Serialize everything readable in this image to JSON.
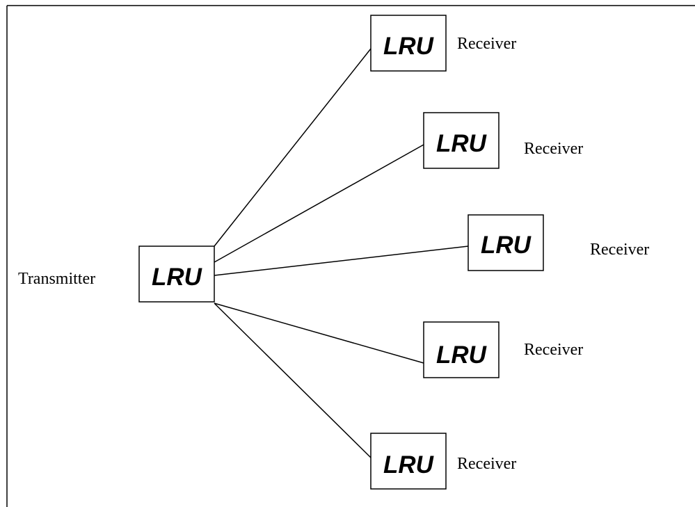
{
  "transmitter": {
    "role_label": "Transmitter",
    "unit_label": "LRU"
  },
  "receivers": [
    {
      "role_label": "Receiver",
      "unit_label": "LRU"
    },
    {
      "role_label": "Receiver",
      "unit_label": "LRU"
    },
    {
      "role_label": "Receiver",
      "unit_label": "LRU"
    },
    {
      "role_label": "Receiver",
      "unit_label": "LRU"
    },
    {
      "role_label": "Receiver",
      "unit_label": "LRU"
    }
  ]
}
